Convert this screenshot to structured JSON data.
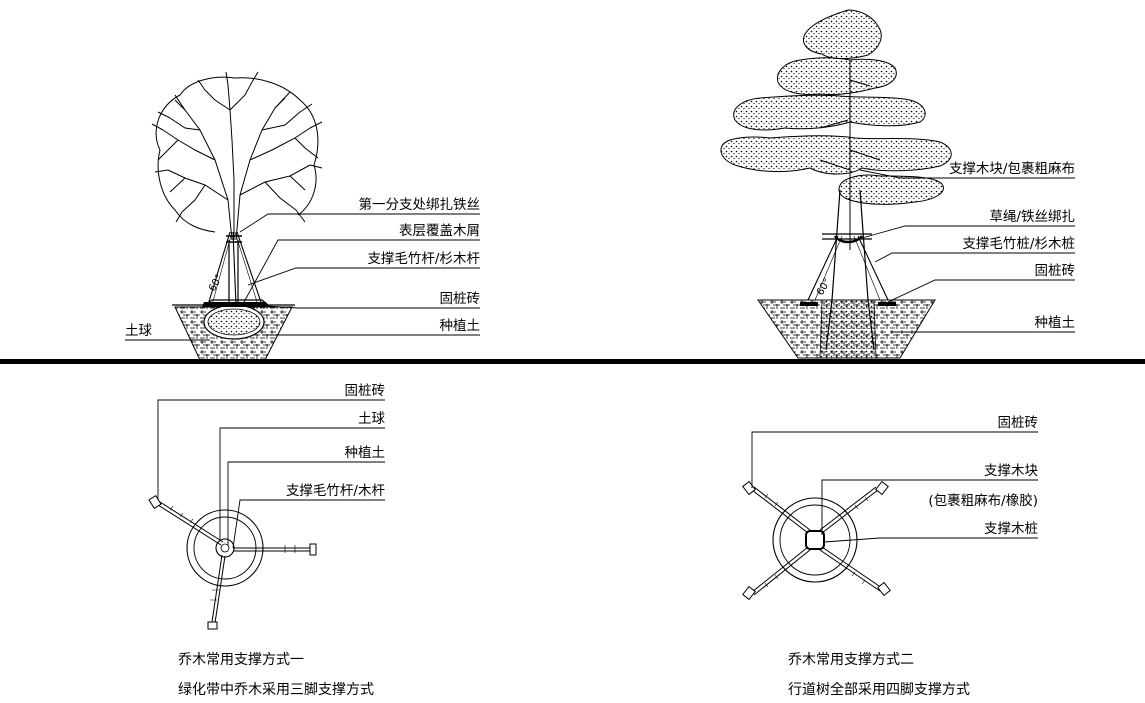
{
  "scheme1": {
    "elevation": {
      "labels": [
        "第一分支处绑扎铁丝",
        "表层覆盖木屑",
        "支撑毛竹杆/杉木杆",
        "固桩砖",
        "种植土"
      ],
      "left_label": "土球",
      "angle": "60°"
    },
    "plan": {
      "labels": [
        "固桩砖",
        "土球",
        "种植土",
        "支撑毛竹杆/木杆"
      ]
    },
    "caption": [
      "乔木常用支撑方式一",
      "绿化带中乔木采用三脚支撑方式"
    ]
  },
  "scheme2": {
    "elevation": {
      "labels": [
        "支撑木块/包裹粗麻布",
        "草绳/铁丝绑扎",
        "支撑毛竹桩/杉木桩",
        "固桩砖",
        "种植土"
      ],
      "angle": "60°"
    },
    "plan": {
      "labels": [
        "固桩砖",
        "支撑木块",
        "(包裹粗麻布/橡胶)",
        "支撑木桩"
      ]
    },
    "caption": [
      "乔木常用支撑方式二",
      "行道树全部采用四脚支撑方式"
    ]
  },
  "divider_color": "#000000",
  "hatch_color": "#000000"
}
